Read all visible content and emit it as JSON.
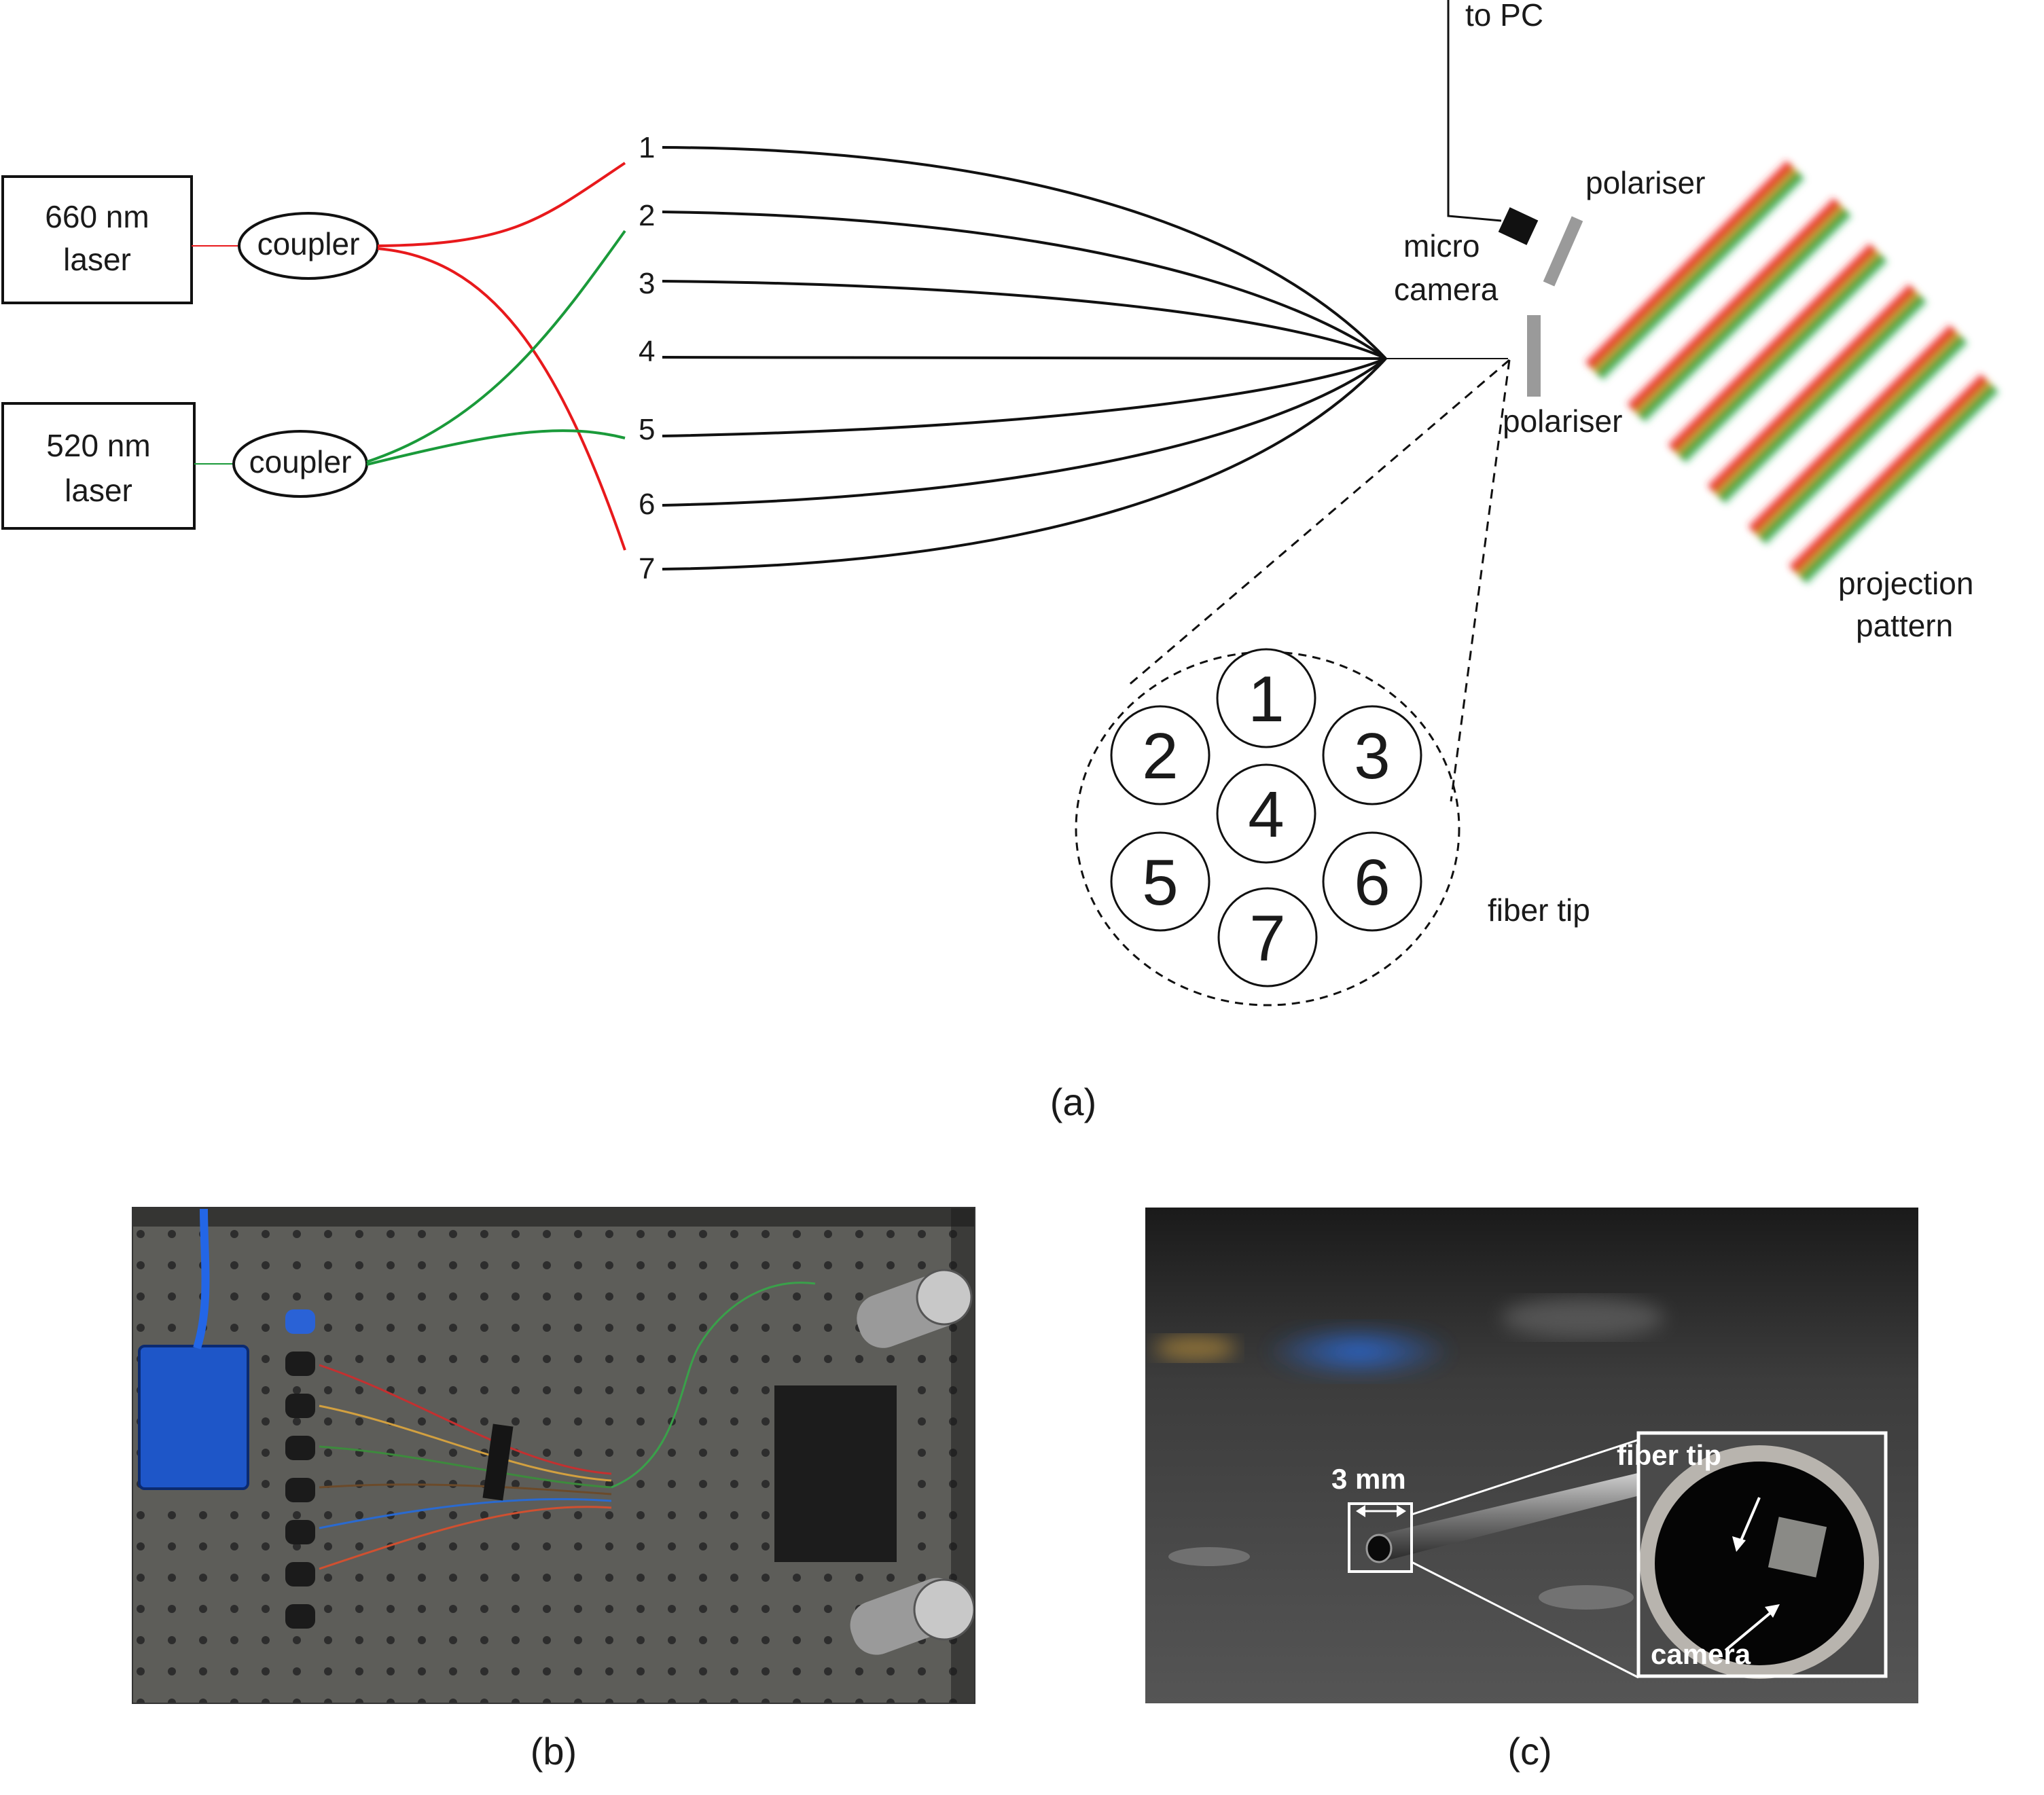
{
  "panel_a": {
    "laser_660": {
      "line1": "660 nm",
      "line2": "laser",
      "color": "#e8191c"
    },
    "laser_520": {
      "line1": "520 nm",
      "line2": "laser",
      "color": "#1a9a3a"
    },
    "coupler_label": "coupler",
    "fiber_numbers": [
      "1",
      "2",
      "3",
      "4",
      "5",
      "6",
      "7"
    ],
    "to_pc": "to PC",
    "micro_camera": {
      "line1": "micro",
      "line2": "camera"
    },
    "polariser": "polariser",
    "projection_pattern": {
      "line1": "projection",
      "line2": "pattern"
    },
    "fiber_tip": "fiber tip",
    "core_numbers": [
      "1",
      "2",
      "3",
      "4",
      "5",
      "6",
      "7"
    ],
    "caption": "(a)"
  },
  "panel_b": {
    "caption": "(b)"
  },
  "panel_c": {
    "scale_label": "3 mm",
    "inset_fiber_tip": "fiber tip",
    "inset_camera": "camera",
    "caption": "(c)"
  }
}
